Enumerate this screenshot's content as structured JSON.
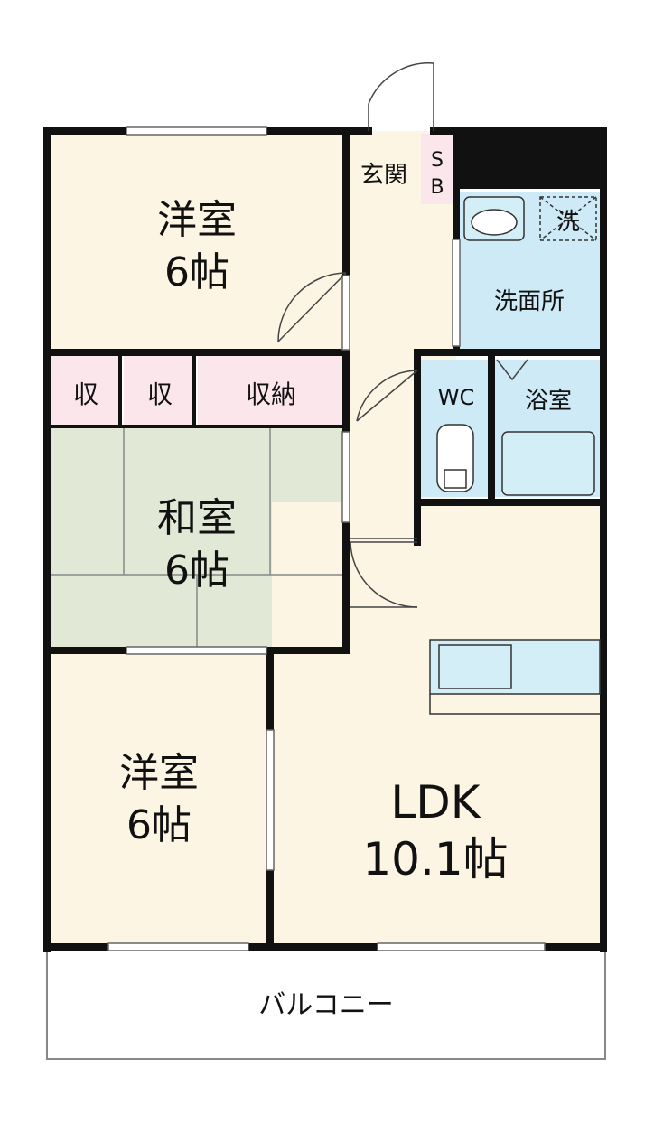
{
  "rooms": {
    "western_top": {
      "name": "洋室",
      "size": "6帖"
    },
    "western_bottom": {
      "name": "洋室",
      "size": "6帖"
    },
    "japanese": {
      "name": "和室",
      "size": "6帖"
    },
    "ldk": {
      "name": "LDK",
      "size": "10.1帖"
    },
    "storage_1": {
      "name": "収"
    },
    "storage_2": {
      "name": "収"
    },
    "closet": {
      "name": "収納"
    },
    "entrance": {
      "name": "玄関"
    },
    "shoe_box": {
      "line1": "S",
      "line2": "B"
    },
    "washroom": {
      "name": "洗面所"
    },
    "laundry": {
      "name": "洗"
    },
    "toilet": {
      "name": "WC"
    },
    "bathroom": {
      "name": "浴室"
    },
    "balcony": {
      "name": "バルコニー"
    }
  },
  "colors": {
    "western": "#fdf5e4",
    "japanese": "#e2e8d6",
    "storage": "#fbe6ec",
    "wet_area": "#cdeaf6",
    "balcony": "#ffffff",
    "wall": "#111111"
  }
}
